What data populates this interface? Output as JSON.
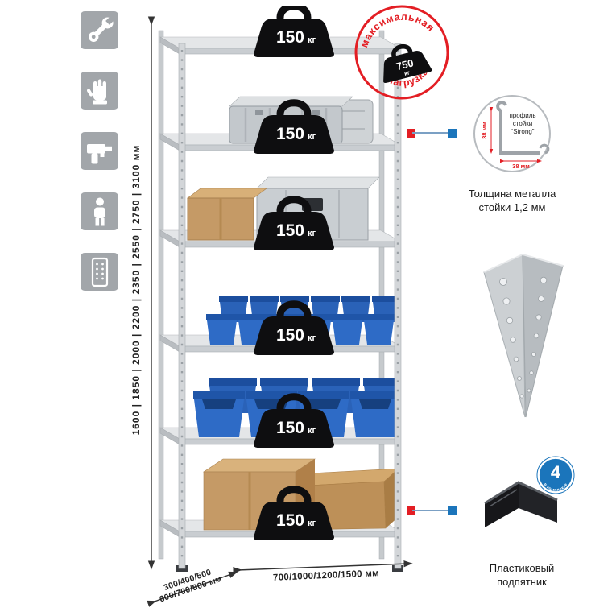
{
  "sidebar": {
    "icons": [
      "wrench-icon",
      "gloves-icon",
      "drill-icon",
      "person-icon",
      "rack-icon"
    ]
  },
  "stamp": {
    "word_top": "максимальная",
    "word_bottom": "нагрузка",
    "value": "750",
    "unit": "кг"
  },
  "weights": [
    {
      "value": "150",
      "unit": "кг"
    },
    {
      "value": "150",
      "unit": "кг"
    },
    {
      "value": "150",
      "unit": "кг"
    },
    {
      "value": "150",
      "unit": "кг"
    },
    {
      "value": "150",
      "unit": "кг"
    },
    {
      "value": "150",
      "unit": "кг"
    }
  ],
  "dims": {
    "height": "1600 | 1850 | 2000 | 2200 | 2350 | 2550 | 2750 | 3100 мм",
    "depth_a": "300/400/500",
    "depth_b": "600/700/800 мм",
    "width": "700/1000/1200/1500 мм"
  },
  "profile": {
    "l1": "профиль",
    "l2": "стойки",
    "l3": "“Strong”",
    "dim_v": "38 мм",
    "dim_h": "38 мм",
    "cap1": "Толщина металла",
    "cap2": "стойки 1,2 мм"
  },
  "foot": {
    "badge_value": "4",
    "badge_text": "в комплекте",
    "cap1": "Пластиковый",
    "cap2": "подпятник"
  },
  "colors": {
    "accent_red": "#e31e24",
    "accent_blue": "#1b75bb",
    "bin_blue": "#2e6bc6",
    "cardboard": "#c59a66",
    "metal": "#c9cdd1"
  }
}
